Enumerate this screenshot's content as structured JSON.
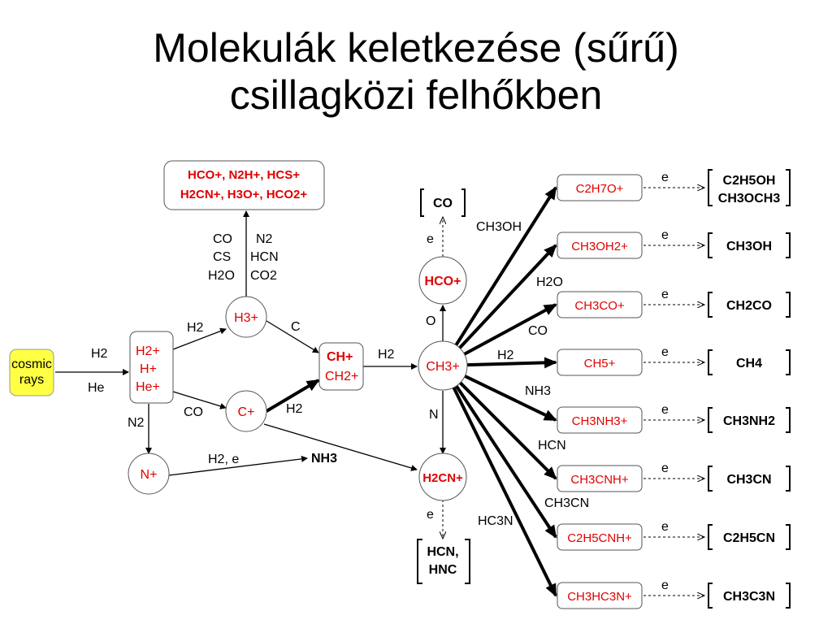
{
  "title": {
    "line1": "Molekulák keletkezése (sűrű)",
    "line2": "csillagközi felhőkben"
  },
  "colors": {
    "red": "#e00000",
    "cosmic_fill": "#ffff44"
  },
  "nodes": {
    "cosmic": {
      "line1": "cosmic",
      "line2": "rays"
    },
    "h2_in": "H2",
    "he_in": "He",
    "ions_box": [
      "H2+",
      "H+",
      "He+"
    ],
    "h3": "H3+",
    "cplus": "C+",
    "nplus": "N+",
    "ch_box": [
      "CH+",
      "CH2+"
    ],
    "ch3": "CH3+",
    "hco_node": "HCO+",
    "h2cn": "H2CN+",
    "co_end": "CO",
    "hcn_end": {
      "line1": "HCN,",
      "line2": "HNC"
    },
    "top_box": {
      "line1": "HCO+, N2H+, HCS+",
      "line2": "H2CN+, H3O+, HCO2+"
    },
    "nh3_node": "NH3"
  },
  "edge_labels": {
    "h2_to_h3": "H2",
    "c_to_ch": "C",
    "co_to_cplus": "CO",
    "h2_to_ch": "H2",
    "n2_to_nplus": "N2",
    "h2e": "H2, e",
    "h2_to_ch3": "H2",
    "o_up": "O",
    "n_down": "N",
    "e_top": "e",
    "e_bottom": "e",
    "top_reactants": [
      [
        "CO",
        "N2"
      ],
      [
        "CS",
        "HCN"
      ],
      [
        "H2O",
        "CO2"
      ]
    ]
  },
  "branches": [
    {
      "reactant": "CH3OH",
      "ion": "C2H7O+",
      "e": "e",
      "products": [
        "C2H5OH",
        "CH3OCH3"
      ]
    },
    {
      "reactant": "H2O",
      "ion": "CH3OH2+",
      "e": "e",
      "products": [
        "CH3OH"
      ]
    },
    {
      "reactant": "CO",
      "ion": "CH3CO+",
      "e": "e",
      "products": [
        "CH2CO"
      ]
    },
    {
      "reactant": "H2",
      "ion": "CH5+",
      "e": "e",
      "products": [
        "CH4"
      ]
    },
    {
      "reactant": "NH3",
      "ion": "CH3NH3+",
      "e": "e",
      "products": [
        "CH3NH2"
      ]
    },
    {
      "reactant": "HCN",
      "ion": "CH3CNH+",
      "e": "e",
      "products": [
        "CH3CN"
      ]
    },
    {
      "reactant": "CH3CN",
      "ion": "C2H5CNH+",
      "e": "e",
      "products": [
        "C2H5CN"
      ]
    },
    {
      "reactant": "HC3N",
      "ion": "CH3HC3N+",
      "e": "e",
      "products": [
        "CH3C3N"
      ]
    }
  ]
}
